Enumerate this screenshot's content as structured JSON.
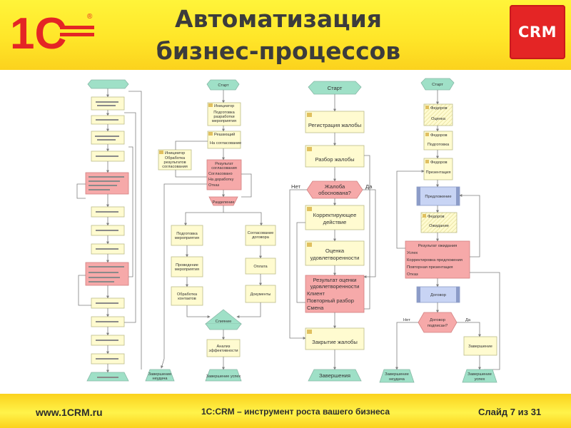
{
  "header": {
    "title_line1": "Автоматизация",
    "title_line2": "бизнес-процессов",
    "crm_badge": "CRM",
    "logo_text": "1С",
    "logo_mark": "®"
  },
  "footer": {
    "website": "www.1CRM.ru",
    "tagline": "1С:CRM – инструмент роста вашего бизнеса",
    "slide_prefix": "Слайд",
    "slide_current": "7",
    "slide_sep": "из",
    "slide_total": "31"
  },
  "flow2": {
    "start": "Старт",
    "initiator": "Инициатор",
    "prep": [
      "Подготовка",
      "разработки",
      "мероприятия"
    ],
    "deciding": "Решающий",
    "for_approval": "На согласование",
    "initiator_side": "Инициатор",
    "process_results": [
      "Обработка",
      "результатов",
      "согласования"
    ],
    "approval_result": [
      "Результат",
      "согласования"
    ],
    "approval_options": [
      "Согласовано",
      "На доработку",
      "Отказ"
    ],
    "split": "Разделение",
    "prep_event": [
      "Подготовка",
      "мероприятия"
    ],
    "conduct_event": [
      "Проведение",
      "мероприятия"
    ],
    "process_contacts": [
      "Обработка",
      "контактов"
    ],
    "contract_approval": [
      "Согласование",
      "договора"
    ],
    "payment": "Оплата",
    "documents": "Документы",
    "merge": "Слияние",
    "analysis": [
      "Анализ",
      "эффективности"
    ],
    "end_fail": [
      "Завершение",
      "неудача"
    ],
    "end_success": "Завершение успех"
  },
  "flow3": {
    "start": "Старт",
    "register": "Регистрация жалобы",
    "review": "Разбор жалобы",
    "decision": [
      "Жалоба",
      "обоснована?"
    ],
    "no": "Нет",
    "yes": "Да",
    "corrective": [
      "Корректирующее",
      "действие"
    ],
    "assessment": [
      "Оценка",
      "удовлетворенности"
    ],
    "assessment_result": [
      "Результат оценки",
      "удовлетворенности"
    ],
    "result_options": [
      "Клиент",
      "Повторный разбор",
      "Смена"
    ],
    "close": "Закрытие жалобы",
    "end": "Завершения"
  },
  "flow4": {
    "start": "Старт",
    "performer1": "Федоров",
    "assessment": "Оценка",
    "performer2": "Федоров",
    "preparation": "Подготовка",
    "performer3": "Федоров",
    "presentation": "Презентация",
    "proposal": "Предложение",
    "performer4": "Федоров",
    "waiting": "Ожидание",
    "waiting_result": "Результат ожидания",
    "waiting_options": [
      "Успех",
      "Корректировка предложения",
      "Повторная презентация",
      "Отказ"
    ],
    "contract": "Договор",
    "contract_decision": [
      "Договор",
      "подписан?"
    ],
    "no": "Нет",
    "yes": "Да",
    "completion": "Завершение",
    "end_fail": [
      "Завершение",
      "неудача"
    ],
    "end_success": [
      "Завершение",
      "успех"
    ]
  },
  "colors": {
    "header_yellow": "#ffe629",
    "logo_red": "#e42525",
    "crm_red": "#e42525",
    "node_yellow": "#fffbd0",
    "node_border": "#bcbc88",
    "node_pink": "#f6a9a9",
    "start_green": "#9fe0c7",
    "node_blue": "#c8d4f4",
    "connector": "#7f7f7f"
  }
}
